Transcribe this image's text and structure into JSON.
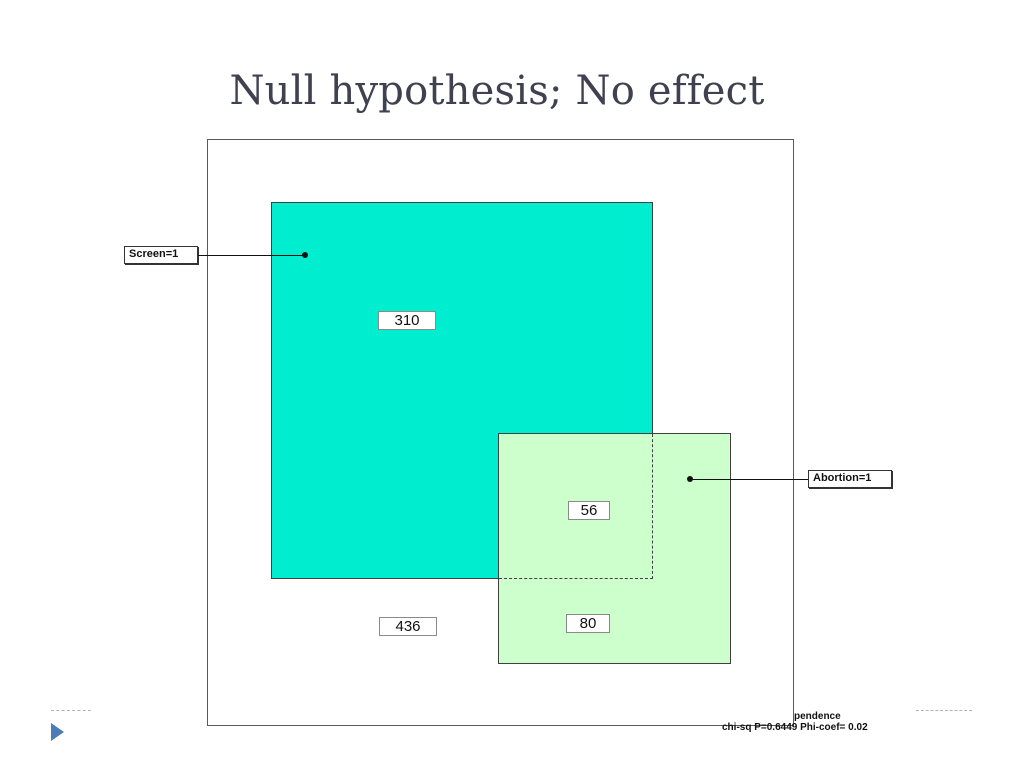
{
  "slide": {
    "title": "Null hypothesis; No effect"
  },
  "diagram": {
    "sets": [
      {
        "name": "Screen=1",
        "color": "#00eed0"
      },
      {
        "name": "Abortion=1",
        "color": "#ccffcc"
      }
    ],
    "counts": {
      "screen_only": "310",
      "both": "56",
      "abortion_only": "80",
      "neither": "436"
    },
    "stats": {
      "line1": "pendence",
      "line2": "chi-sq P=0.6449 Phi-coef= 0.02"
    }
  },
  "colors": {
    "title": "#3f4150",
    "bullet": "#4d7cb6",
    "rule": "#a9b6c8"
  }
}
